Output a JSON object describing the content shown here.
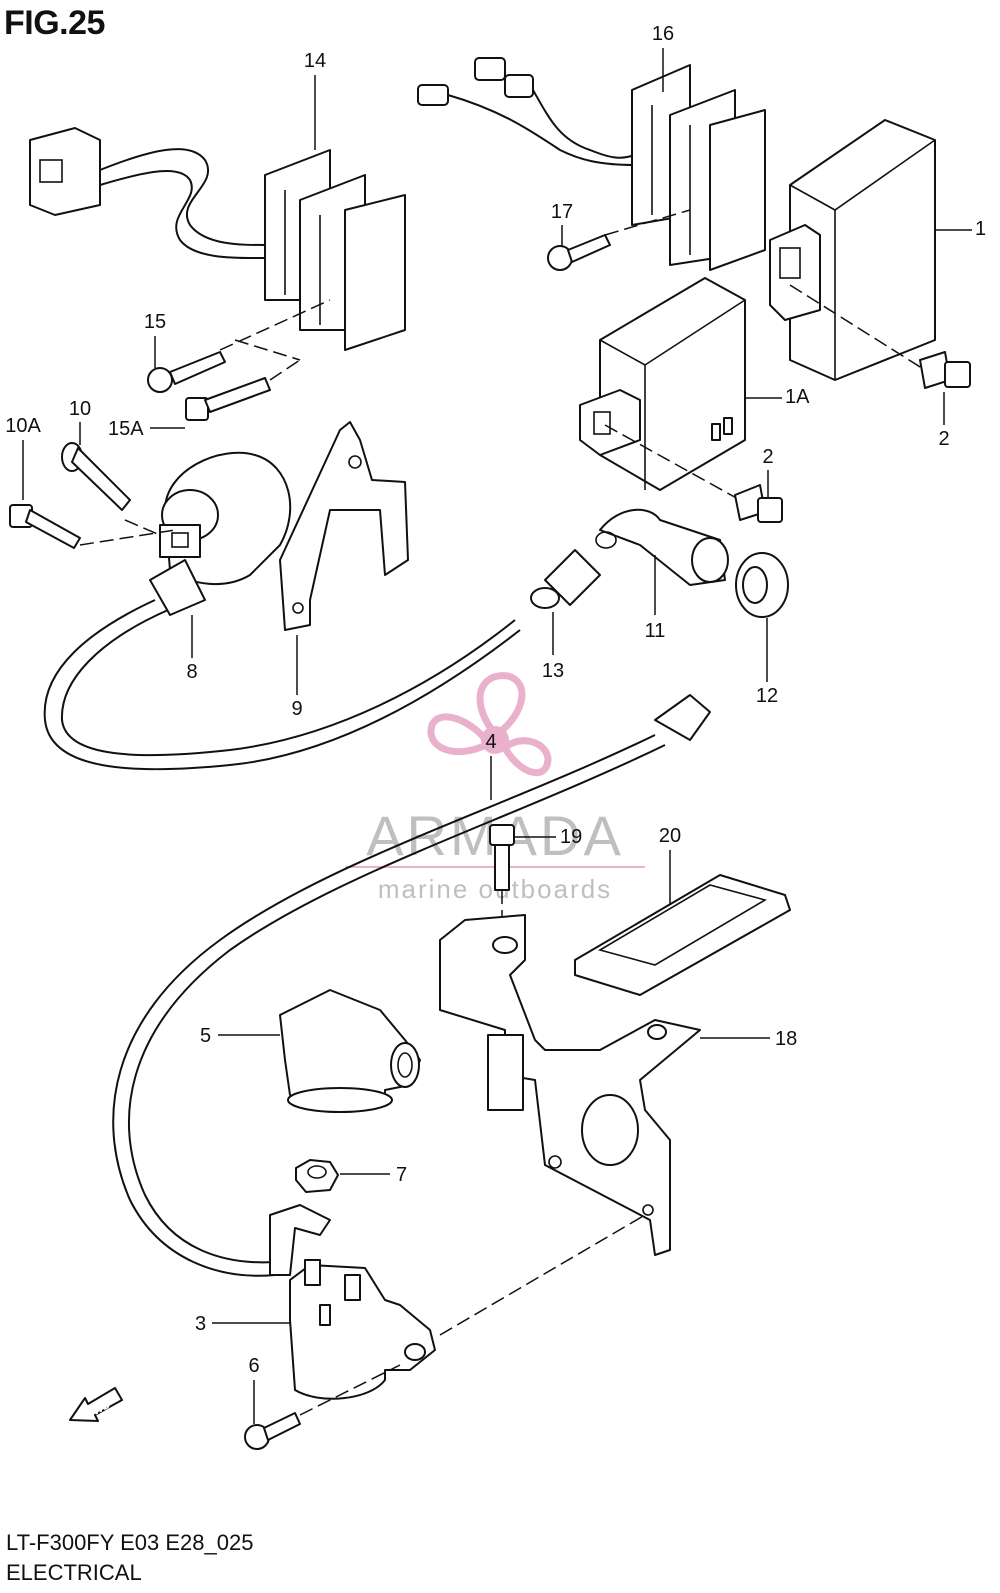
{
  "figure": {
    "title": "FIG.25",
    "model_code": "LT-F300FY E03 E28_025",
    "section": "ELECTRICAL"
  },
  "watermark": {
    "brand": "ARMADA",
    "tagline": "marine outboards",
    "color": "#e8a9c8"
  },
  "parts": {
    "p1": "1",
    "p1A": "1A",
    "p2a": "2",
    "p2b": "2",
    "p3": "3",
    "p4": "4",
    "p5": "5",
    "p6": "6",
    "p7": "7",
    "p8": "8",
    "p9": "9",
    "p10": "10",
    "p10A": "10A",
    "p11": "11",
    "p12": "12",
    "p13": "13",
    "p14": "14",
    "p15": "15",
    "p15A": "15A",
    "p16": "16",
    "p17": "17",
    "p18": "18",
    "p19": "19",
    "p20": "20"
  },
  "fwd_arrow": "FWD"
}
